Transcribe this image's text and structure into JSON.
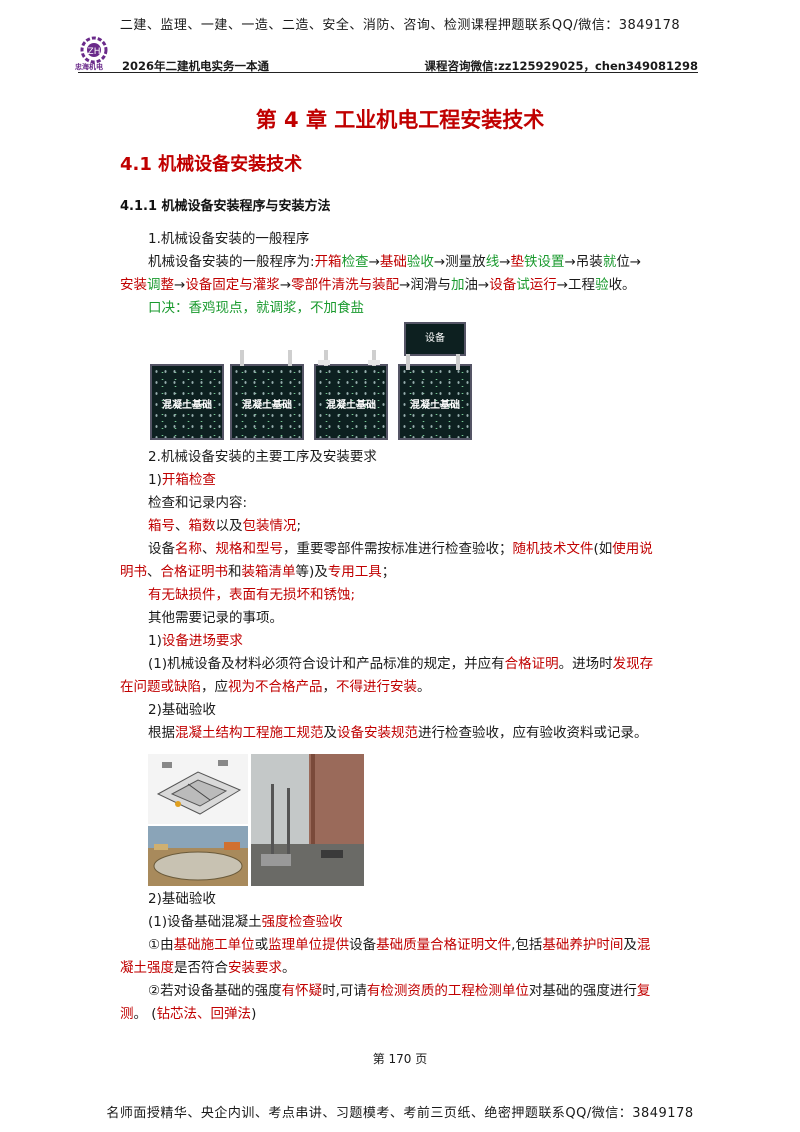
{
  "banner": {
    "top": "二建、监理、一建、一造、二造、安全、消防、咨询、检测课程押题联系QQ/微信：3849178",
    "bottom": "名师面授精华、央企内训、考点串讲、习题模考、考前三页纸、绝密押题联系QQ/微信：3849178"
  },
  "header": {
    "logo_text": "忠海机电",
    "left": "2026年二建机电实务一本通",
    "right": "课程咨询微信:zz125929025，chen349081298"
  },
  "chapter_title": "第 4 章  工业机电工程安装技术",
  "section_title": "4.1  机械设备安装技术",
  "subsection_title": "4.1.1  机械设备安装程序与安装方法",
  "figure1": {
    "block_label": "混凝土基础",
    "equipment_label": "设备"
  },
  "colors": {
    "red": "#c00000",
    "green": "#1a9a2e",
    "black": "#1a1a1a"
  },
  "lines": {
    "l1": "1.机械设备安装的一般程序",
    "l2": [
      {
        "t": "机械设备安装的一般程序为:",
        "c": "k"
      },
      {
        "t": "开箱",
        "c": "r"
      },
      {
        "t": "检查",
        "c": "g"
      },
      {
        "t": "→",
        "c": "k"
      },
      {
        "t": "基础",
        "c": "r"
      },
      {
        "t": "验收",
        "c": "g"
      },
      {
        "t": "→测量放",
        "c": "k"
      },
      {
        "t": "线",
        "c": "g"
      },
      {
        "t": "→",
        "c": "k"
      },
      {
        "t": "垫",
        "c": "r"
      },
      {
        "t": "铁设置",
        "c": "g"
      },
      {
        "t": "→吊装",
        "c": "k"
      },
      {
        "t": "就",
        "c": "g"
      },
      {
        "t": "位→",
        "c": "k"
      }
    ],
    "l3": [
      {
        "t": "安装",
        "c": "r"
      },
      {
        "t": "调",
        "c": "g"
      },
      {
        "t": "整",
        "c": "r"
      },
      {
        "t": "→",
        "c": "k"
      },
      {
        "t": "设备固定与灌浆",
        "c": "r"
      },
      {
        "t": "→",
        "c": "k"
      },
      {
        "t": "零部件清洗与装配",
        "c": "r"
      },
      {
        "t": "→润滑与",
        "c": "k"
      },
      {
        "t": "加",
        "c": "g"
      },
      {
        "t": "油→",
        "c": "k"
      },
      {
        "t": "设备",
        "c": "r"
      },
      {
        "t": "试",
        "c": "g"
      },
      {
        "t": "运行",
        "c": "r"
      },
      {
        "t": "→工程",
        "c": "k"
      },
      {
        "t": "验",
        "c": "g"
      },
      {
        "t": "收。",
        "c": "k"
      }
    ],
    "l4": "口决：香鸡现点，就调浆，不加食盐",
    "l5": "2.机械设备安装的主要工序及安装要求",
    "l6": "1)开箱检查",
    "l7": "检查和记录内容:",
    "l8": [
      {
        "t": "箱号",
        "c": "r"
      },
      {
        "t": "、",
        "c": "k"
      },
      {
        "t": "箱数",
        "c": "r"
      },
      {
        "t": "以及",
        "c": "k"
      },
      {
        "t": "包装情况",
        "c": "r"
      },
      {
        "t": ";",
        "c": "k"
      }
    ],
    "l9": [
      {
        "t": "设备",
        "c": "k"
      },
      {
        "t": "名称",
        "c": "r"
      },
      {
        "t": "、",
        "c": "k"
      },
      {
        "t": "规格和型号",
        "c": "r"
      },
      {
        "t": "，重要零部件需按标准进行检查验收；",
        "c": "k"
      },
      {
        "t": "随机技术文件",
        "c": "r"
      },
      {
        "t": "(如",
        "c": "k"
      },
      {
        "t": "使用说",
        "c": "r"
      }
    ],
    "l10": [
      {
        "t": "明书",
        "c": "r"
      },
      {
        "t": "、",
        "c": "k"
      },
      {
        "t": "合格证明书",
        "c": "r"
      },
      {
        "t": "和",
        "c": "k"
      },
      {
        "t": "装箱清单",
        "c": "r"
      },
      {
        "t": "等)及",
        "c": "k"
      },
      {
        "t": "专用工具",
        "c": "r"
      },
      {
        "t": "；",
        "c": "k"
      }
    ],
    "l11": "有无缺损件，表面有无损坏和锈蚀;",
    "l12": "其他需要记录的事项。",
    "l13": "1)设备进场要求",
    "l14": [
      {
        "t": "(1)机械设备及材料必须符合设计和产品标准的规定，并应有",
        "c": "k"
      },
      {
        "t": "合格证明",
        "c": "r"
      },
      {
        "t": "。进场时",
        "c": "k"
      },
      {
        "t": "发现存",
        "c": "r"
      }
    ],
    "l15": [
      {
        "t": "在问题或缺陷",
        "c": "r"
      },
      {
        "t": "，应",
        "c": "k"
      },
      {
        "t": "视为不合格产品",
        "c": "r"
      },
      {
        "t": "，",
        "c": "k"
      },
      {
        "t": "不得进行安装",
        "c": "r"
      },
      {
        "t": "。",
        "c": "k"
      }
    ],
    "l16": "2)基础验收",
    "l17": [
      {
        "t": "根据",
        "c": "k"
      },
      {
        "t": "混凝土结构工程施工规范",
        "c": "r"
      },
      {
        "t": "及",
        "c": "k"
      },
      {
        "t": "设备安装规范",
        "c": "r"
      },
      {
        "t": "进行检查验收，应有验收资料或记录。",
        "c": "k"
      }
    ],
    "l18": "2)基础验收",
    "l19": [
      {
        "t": "(1)设备基础混凝土",
        "c": "k"
      },
      {
        "t": "强度检查验收",
        "c": "r"
      }
    ],
    "l20": [
      {
        "t": "①由",
        "c": "k"
      },
      {
        "t": "基础施工单位",
        "c": "r"
      },
      {
        "t": "或",
        "c": "k"
      },
      {
        "t": "监理单位提供",
        "c": "r"
      },
      {
        "t": "设备",
        "c": "k"
      },
      {
        "t": "基础质量合格证明文件",
        "c": "r"
      },
      {
        "t": ",包括",
        "c": "k"
      },
      {
        "t": "基础养护时间",
        "c": "r"
      },
      {
        "t": "及",
        "c": "k"
      },
      {
        "t": "混",
        "c": "r"
      }
    ],
    "l21": [
      {
        "t": "凝土强度",
        "c": "r"
      },
      {
        "t": "是否符合",
        "c": "k"
      },
      {
        "t": "安装要求",
        "c": "r"
      },
      {
        "t": "。",
        "c": "k"
      }
    ],
    "l22": [
      {
        "t": "②若对设备基础的强度",
        "c": "k"
      },
      {
        "t": "有怀疑",
        "c": "r"
      },
      {
        "t": "时,可请",
        "c": "k"
      },
      {
        "t": "有检测资质的工程检测单位",
        "c": "r"
      },
      {
        "t": "对基础的强度进行",
        "c": "k"
      },
      {
        "t": "复",
        "c": "r"
      }
    ],
    "l23": [
      {
        "t": "测",
        "c": "r"
      },
      {
        "t": "。  (",
        "c": "k"
      },
      {
        "t": "钻芯法、回弹法",
        "c": "r"
      },
      {
        "t": ")",
        "c": "k"
      }
    ]
  },
  "page_number": "第  170  页"
}
